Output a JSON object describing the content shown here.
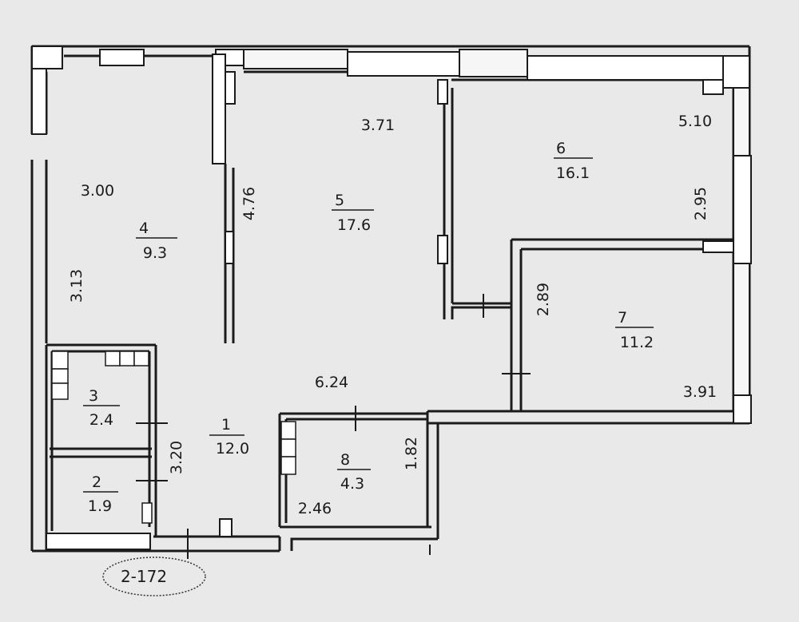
{
  "plan": {
    "code": "2-172",
    "colors": {
      "paper": "#e9e9ea",
      "wall": "#1b1b1b",
      "window": "#ffffff"
    },
    "rooms": [
      {
        "id": "1",
        "number": "1",
        "area": "12.0"
      },
      {
        "id": "2",
        "number": "2",
        "area": "1.9"
      },
      {
        "id": "3",
        "number": "3",
        "area": "2.4"
      },
      {
        "id": "4",
        "number": "4",
        "area": "9.3"
      },
      {
        "id": "5",
        "number": "5",
        "area": "17.6"
      },
      {
        "id": "6",
        "number": "6",
        "area": "16.1"
      },
      {
        "id": "7",
        "number": "7",
        "area": "11.2"
      },
      {
        "id": "8",
        "number": "8",
        "area": "4.3"
      }
    ],
    "dimensions": [
      {
        "id": "d300",
        "value": "3.00"
      },
      {
        "id": "d313",
        "value": "3.13"
      },
      {
        "id": "d476",
        "value": "4.76"
      },
      {
        "id": "d371",
        "value": "3.71"
      },
      {
        "id": "d510",
        "value": "5.10"
      },
      {
        "id": "d295",
        "value": "2.95"
      },
      {
        "id": "d289",
        "value": "2.89"
      },
      {
        "id": "d391",
        "value": "3.91"
      },
      {
        "id": "d624",
        "value": "6.24"
      },
      {
        "id": "d320",
        "value": "3.20"
      },
      {
        "id": "d182",
        "value": "1.82"
      },
      {
        "id": "d246",
        "value": "2.46"
      }
    ]
  }
}
